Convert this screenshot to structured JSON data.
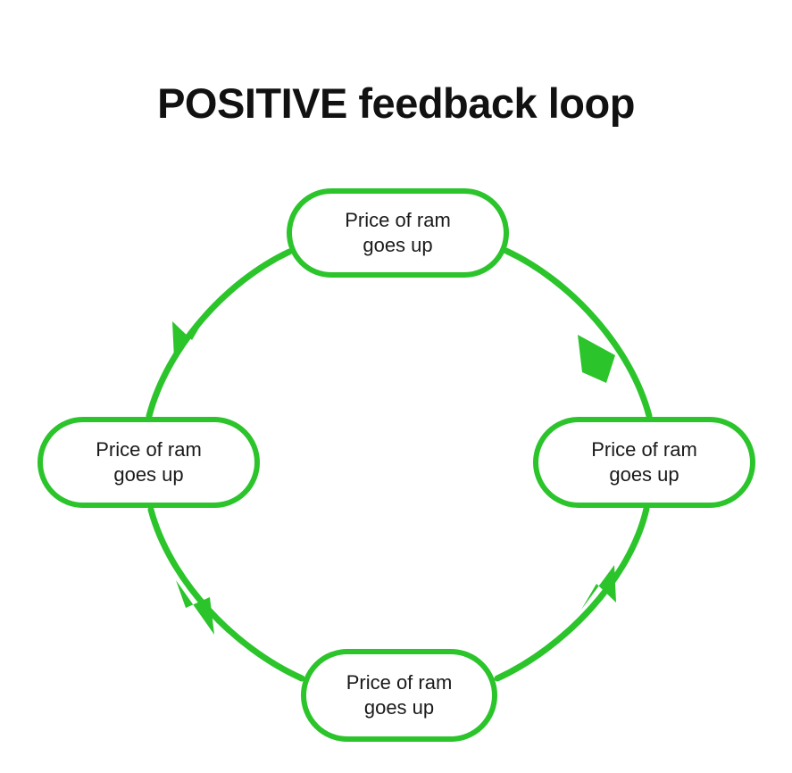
{
  "page": {
    "title": "POSITIVE feedback loop",
    "background_color": "#ffffff"
  },
  "theme": {
    "accent_color": "#2BC42B",
    "node_fill": "#ffffff",
    "text_color": "#1a1a1a",
    "title_color": "#111111"
  },
  "diagram": {
    "type": "cycle",
    "direction": "clockwise",
    "node_shape": "rounded-pill",
    "nodes": [
      {
        "id": "top",
        "label": "Price of ram\ngoes up",
        "position": "top"
      },
      {
        "id": "right",
        "label": "Price of ram\ngoes up",
        "position": "right"
      },
      {
        "id": "bottom",
        "label": "Price of ram\ngoes up",
        "position": "bottom"
      },
      {
        "id": "left",
        "label": "Price of ram\ngoes up",
        "position": "left"
      }
    ],
    "edges": [
      {
        "id": "top-to-right",
        "from": "top",
        "to": "right",
        "arrowhead": "upper-right"
      },
      {
        "id": "right-to-bottom",
        "from": "right",
        "to": "bottom",
        "arrowhead": "lower-right"
      },
      {
        "id": "bottom-to-left",
        "from": "bottom",
        "to": "left",
        "arrowhead": "lower-left"
      },
      {
        "id": "left-to-top",
        "from": "left",
        "to": "top",
        "arrowhead": "upper-left"
      }
    ]
  }
}
